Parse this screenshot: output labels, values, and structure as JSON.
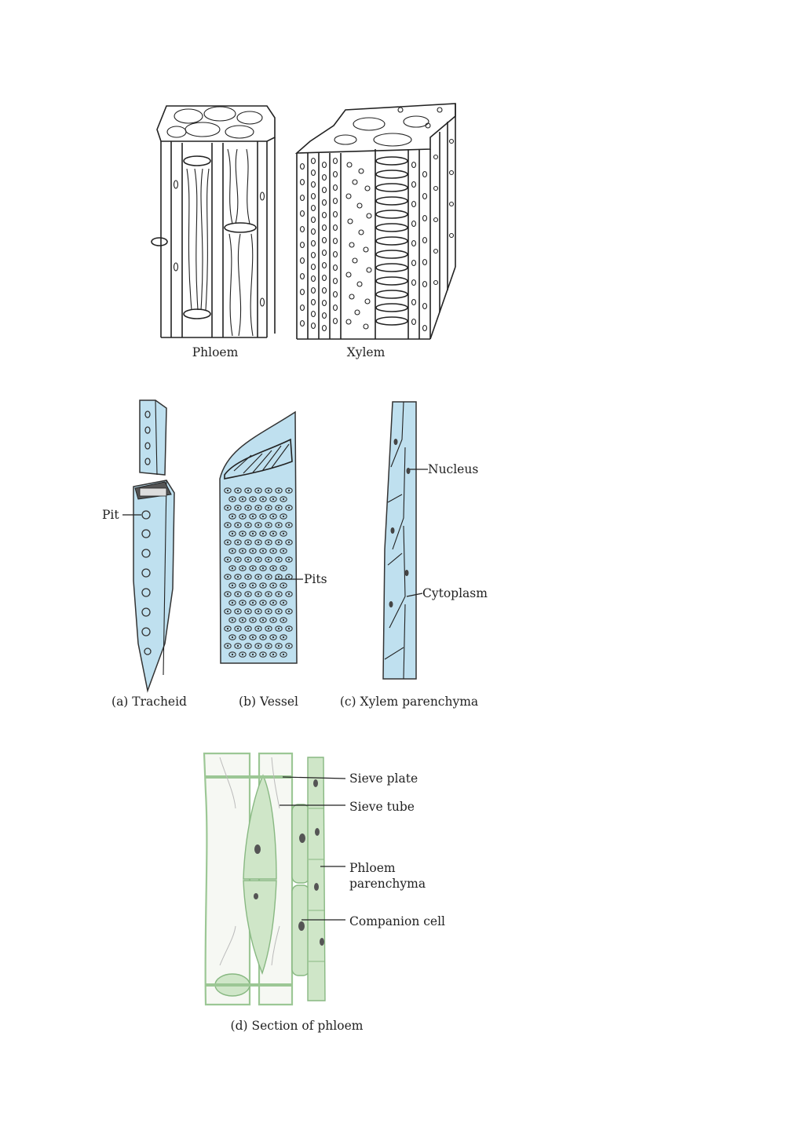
{
  "figure1": {
    "caption_phloem": "Phloem",
    "caption_xylem": "Xylem"
  },
  "figure2": {
    "caption_tracheid": "(a) Tracheid",
    "caption_vessel": "(b) Vessel",
    "caption_parenchyma": "(c) Xylem parenchyma",
    "label_pit": "Pit",
    "label_pits": "Pits",
    "label_nucleus": "Nucleus",
    "label_cytoplasm": "Cytoplasm"
  },
  "figure3": {
    "caption": "(d) Section of phloem",
    "label_sieve_plate": "Sieve plate",
    "label_sieve_tube": "Sieve tube",
    "label_phloem_parenchyma_1": "Phloem",
    "label_phloem_parenchyma_2": "parenchyma",
    "label_companion_cell": "Companion cell"
  },
  "colors": {
    "xylem_cell_fill": "#bfe0ef",
    "phloem_cell_fill": "#cfe6c8"
  }
}
